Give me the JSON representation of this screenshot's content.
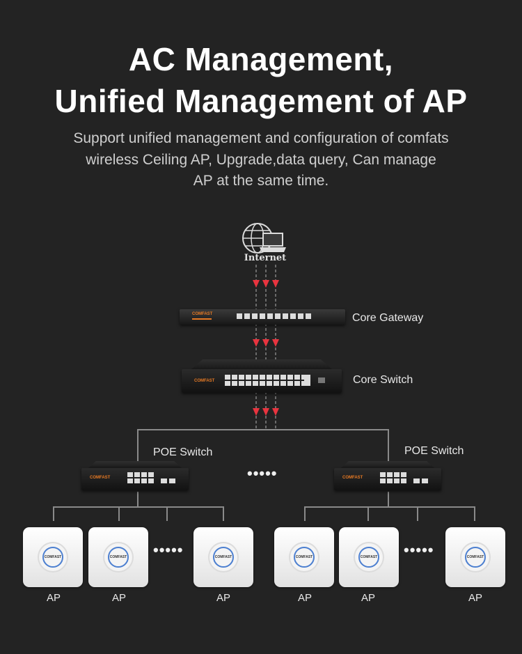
{
  "title_line1": "AC Management,",
  "title_line2": "Unified Management of AP",
  "subtitle_line1": "Support unified management and configuration of comfats",
  "subtitle_line2": "wireless Ceiling AP, Upgrade,data query, Can manage",
  "subtitle_line3": "AP at the same time.",
  "internet_label": "Internet",
  "core_gateway_label": "Core Gateway",
  "core_switch_label": "Core Switch",
  "poe_switch_left_label": "POE Switch",
  "poe_switch_right_label": "POE Switch",
  "ellipsis": "•••••",
  "device_brand": "COMFAST",
  "ap_label": "AP",
  "colors": {
    "background": "#232323",
    "arrow": "#e8343f",
    "wire": "#8a8a8a",
    "brand": "#e87a24"
  }
}
